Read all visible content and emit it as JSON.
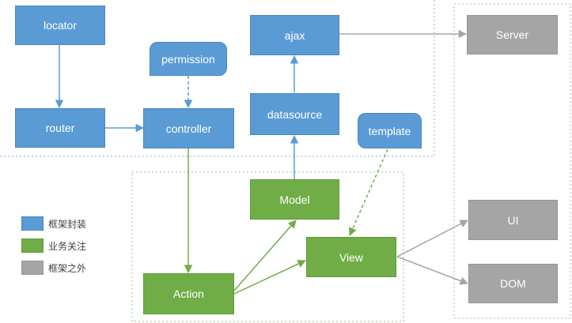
{
  "nodes": {
    "locator": "locator",
    "router": "router",
    "permission": "permission",
    "controller": "controller",
    "ajax": "ajax",
    "datasource": "datasource",
    "template": "template",
    "server": "Server",
    "model": "Model",
    "view": "View",
    "action": "Action",
    "ui": "UI",
    "dom": "DOM"
  },
  "legend": [
    {
      "label": "框架封装",
      "color": "#5b9bd5"
    },
    {
      "label": "业务关注",
      "color": "#70ad47"
    },
    {
      "label": "框架之外",
      "color": "#a5a5a5"
    }
  ],
  "colors": {
    "framework": "#5b9bd5",
    "business": "#70ad47",
    "external": "#a5a5a5"
  }
}
